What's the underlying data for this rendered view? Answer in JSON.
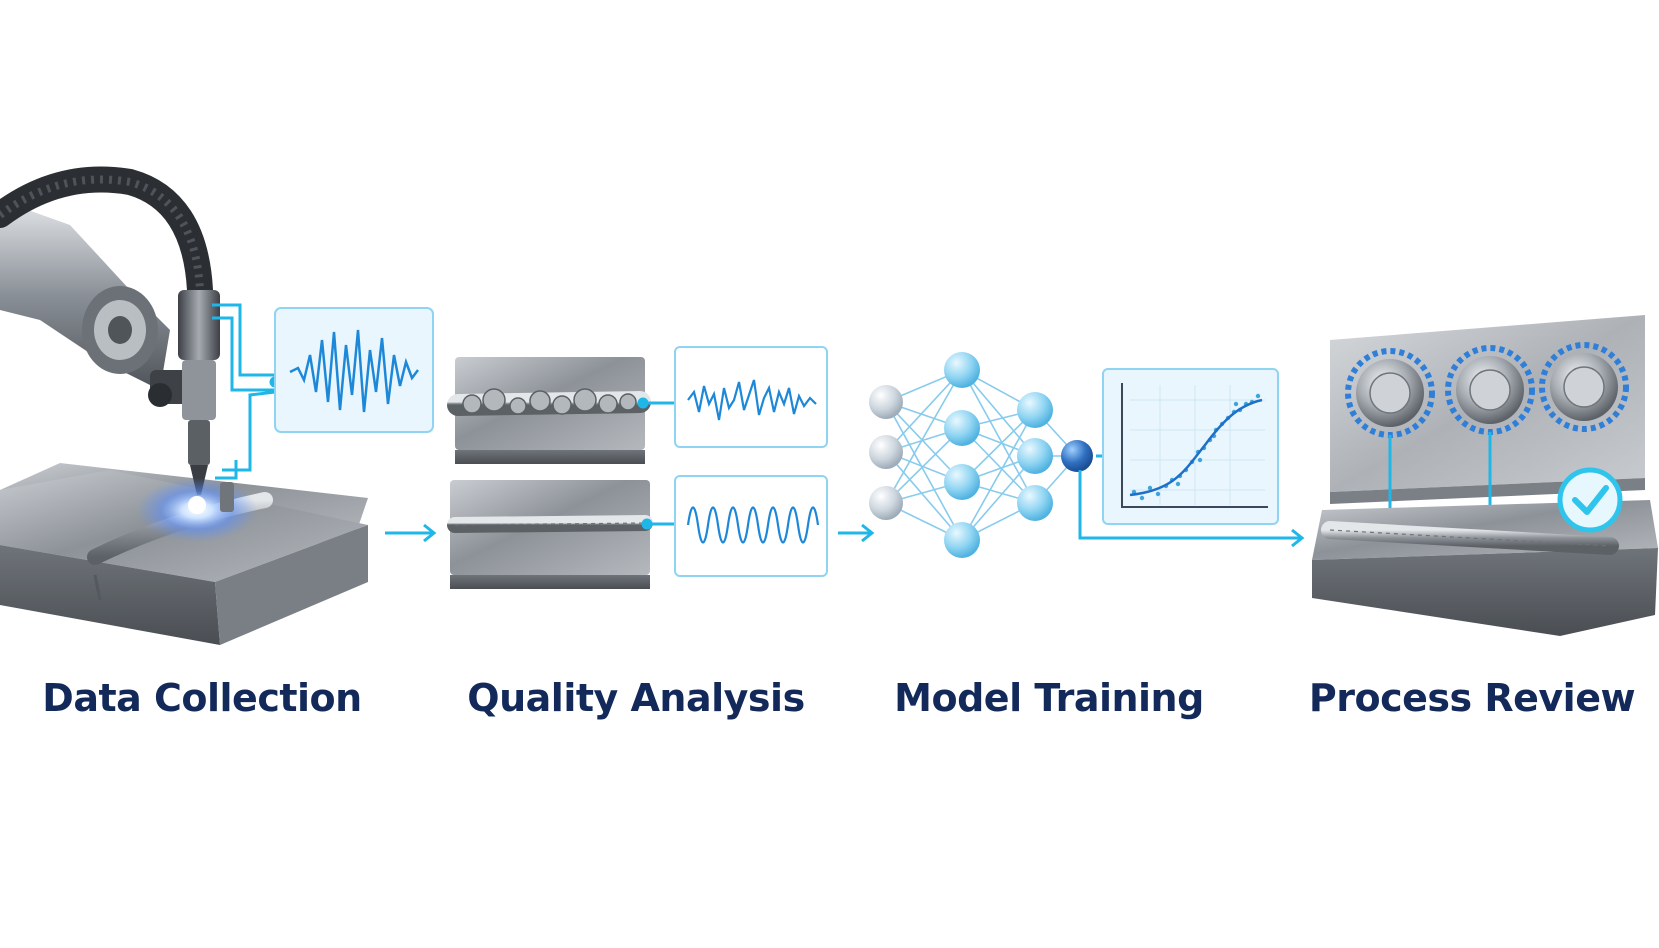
{
  "stages": [
    {
      "id": "data-collection",
      "label": "Data Collection"
    },
    {
      "id": "quality-analysis",
      "label": "Quality Analysis"
    },
    {
      "id": "model-training",
      "label": "Model Training"
    },
    {
      "id": "process-review",
      "label": "Process Review"
    }
  ],
  "colors": {
    "accent": "#1fb6e8",
    "signal": "#1e88d8",
    "label": "#12295a",
    "steel": "#9aa0a7",
    "node": "#8fd4f2",
    "node_dark": "#2f6fc0",
    "check": "#2ec4ec"
  },
  "icons": [
    "welding-robot-arm-icon",
    "welding-torch-spark-icon",
    "waveform-monitor-icon",
    "defective-weld-plate-icon",
    "good-weld-plate-icon",
    "neural-network-icon",
    "fit-curve-chart-icon",
    "control-knob-icon",
    "checkmark-icon",
    "arrow-right-icon"
  ]
}
